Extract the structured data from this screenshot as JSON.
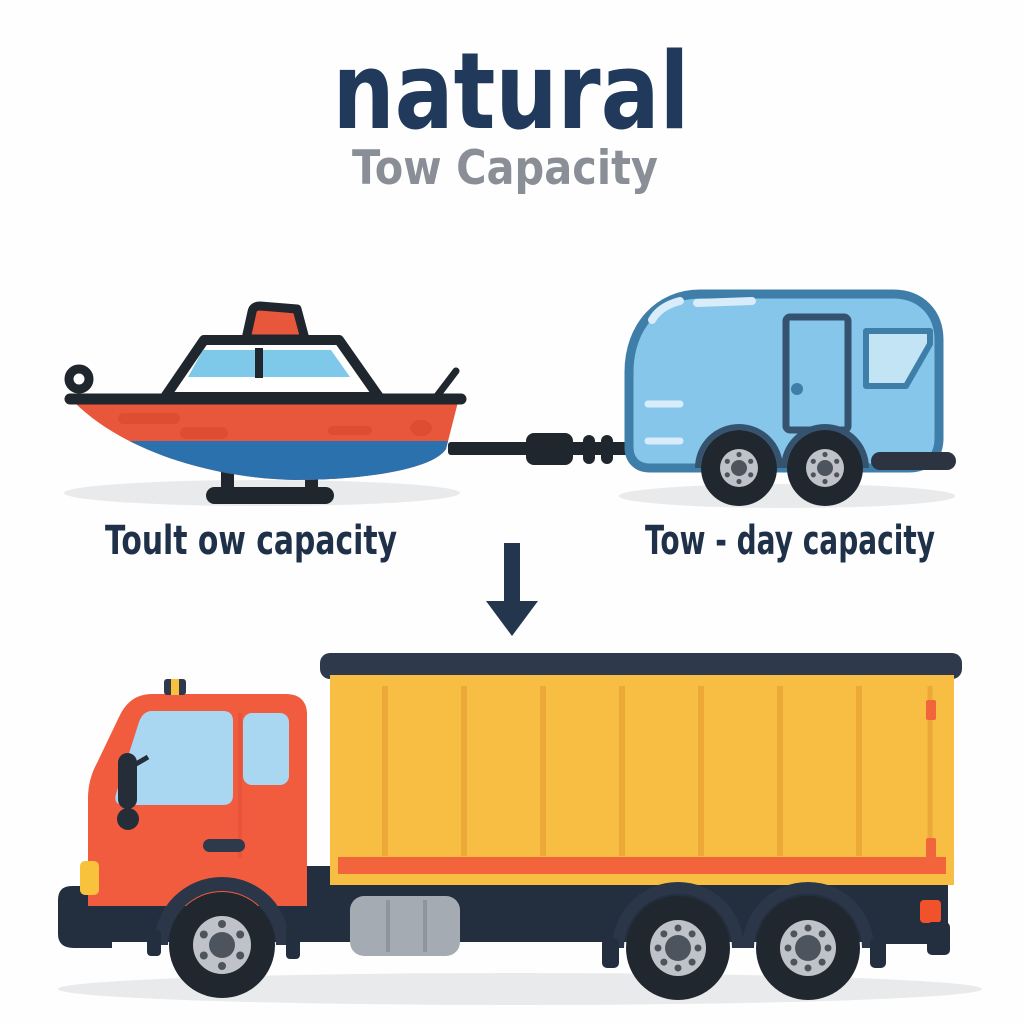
{
  "header": {
    "title": "natural",
    "subtitle": "Tow Capacity"
  },
  "labels": {
    "boat": "Toult ow capacity",
    "trailer": "Tow - day capacity"
  },
  "icons": {
    "arrow": "down-arrow-icon",
    "boat": "boat-illustration",
    "trailer": "camper-trailer-illustration",
    "truck": "box-truck-illustration"
  },
  "colors": {
    "background": "#FEFEFE",
    "title_navy": "#21395B",
    "subtitle_gray": "#8A8E96",
    "label_navy": "#1F3049",
    "arrow_navy": "#24364E",
    "outline_dark": "#20262E",
    "boat_orange": "#E8573B",
    "boat_orange_dark": "#DD4B31",
    "boat_blue": "#2B71AE",
    "boat_window": "#7EC8EA",
    "cabin_white": "#FFFFFF",
    "trailer_body": "#85C6EA",
    "trailer_outline": "#3E7EA8",
    "trailer_window": "#C2E4F5",
    "trailer_highlight": "#D8EDF9",
    "trailer_dark": "#35536E",
    "trailer_bumper": "#2B3440",
    "tire_dark": "#21272F",
    "hub_gray": "#BFC3C9",
    "hub_center": "#4D545E",
    "truck_orange": "#F15B3E",
    "truck_window": "#A9D7F2",
    "truck_dark": "#252D38",
    "chassis_navy": "#232E3E",
    "arch_navy": "#2B3748",
    "rail_navy": "#2E3A4C",
    "cargo_yellow": "#F8BE44",
    "cargo_line": "#ECA937",
    "cargo_stripe": "#F2653C",
    "headlight_yellow": "#F8C23D",
    "tank_gray": "#A5ABB2",
    "tank_line": "#8F959D",
    "taillight_orange": "#F1512B",
    "shadow_gray": "#E9EAEC"
  }
}
